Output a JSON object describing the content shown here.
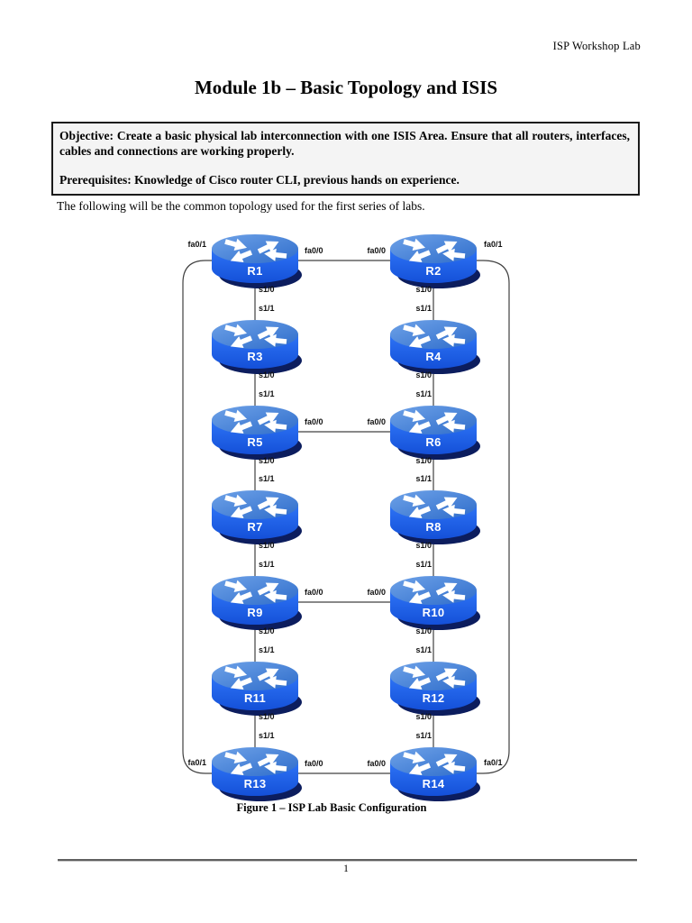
{
  "header": {
    "right_text": "ISP Workshop Lab"
  },
  "title": "Module 1b – Basic Topology and ISIS",
  "objective_box": {
    "objective": "Objective: Create a basic physical lab interconnection with one ISIS Area. Ensure that all routers, interfaces, cables and connections are working properly.",
    "prerequisites": "Prerequisites: Knowledge of Cisco router CLI, previous hands on experience."
  },
  "intro": "The following will be the common topology used for the first series of labs.",
  "figure": {
    "caption": "Figure 1 – ISP Lab Basic Configuration"
  },
  "footer": {
    "page_number": "1"
  },
  "diagram": {
    "routers": [
      "R1",
      "R2",
      "R3",
      "R4",
      "R5",
      "R6",
      "R7",
      "R8",
      "R9",
      "R10",
      "R11",
      "R12",
      "R13",
      "R14"
    ],
    "labels": {
      "fa00": "fa0/0",
      "fa01": "fa0/1",
      "s10": "s1/0",
      "s11": "s1/1"
    },
    "links": [
      {
        "from": "R1",
        "from_if": "fa0/0",
        "to": "R2",
        "to_if": "fa0/0"
      },
      {
        "from": "R5",
        "from_if": "fa0/0",
        "to": "R6",
        "to_if": "fa0/0"
      },
      {
        "from": "R9",
        "from_if": "fa0/0",
        "to": "R10",
        "to_if": "fa0/0"
      },
      {
        "from": "R13",
        "from_if": "fa0/0",
        "to": "R14",
        "to_if": "fa0/0"
      },
      {
        "from": "R1",
        "from_if": "fa0/1",
        "to": "R13",
        "to_if": "fa0/1"
      },
      {
        "from": "R2",
        "from_if": "fa0/1",
        "to": "R14",
        "to_if": "fa0/1"
      },
      {
        "from": "R1",
        "from_if": "s1/0",
        "to": "R3",
        "to_if": "s1/1"
      },
      {
        "from": "R3",
        "from_if": "s1/0",
        "to": "R5",
        "to_if": "s1/1"
      },
      {
        "from": "R5",
        "from_if": "s1/0",
        "to": "R7",
        "to_if": "s1/1"
      },
      {
        "from": "R7",
        "from_if": "s1/0",
        "to": "R9",
        "to_if": "s1/1"
      },
      {
        "from": "R9",
        "from_if": "s1/0",
        "to": "R11",
        "to_if": "s1/1"
      },
      {
        "from": "R11",
        "from_if": "s1/0",
        "to": "R13",
        "to_if": "s1/1"
      },
      {
        "from": "R2",
        "from_if": "s1/0",
        "to": "R4",
        "to_if": "s1/1"
      },
      {
        "from": "R4",
        "from_if": "s1/0",
        "to": "R6",
        "to_if": "s1/1"
      },
      {
        "from": "R6",
        "from_if": "s1/0",
        "to": "R8",
        "to_if": "s1/1"
      },
      {
        "from": "R8",
        "from_if": "s1/0",
        "to": "R10",
        "to_if": "s1/1"
      },
      {
        "from": "R10",
        "from_if": "s1/0",
        "to": "R12",
        "to_if": "s1/1"
      },
      {
        "from": "R12",
        "from_if": "s1/0",
        "to": "R14",
        "to_if": "s1/1"
      }
    ],
    "colors": {
      "router_body": "#1e63ee",
      "router_top": "#3f7ed9",
      "router_shadow": "#0c1d5e",
      "wire": "#404040"
    }
  }
}
